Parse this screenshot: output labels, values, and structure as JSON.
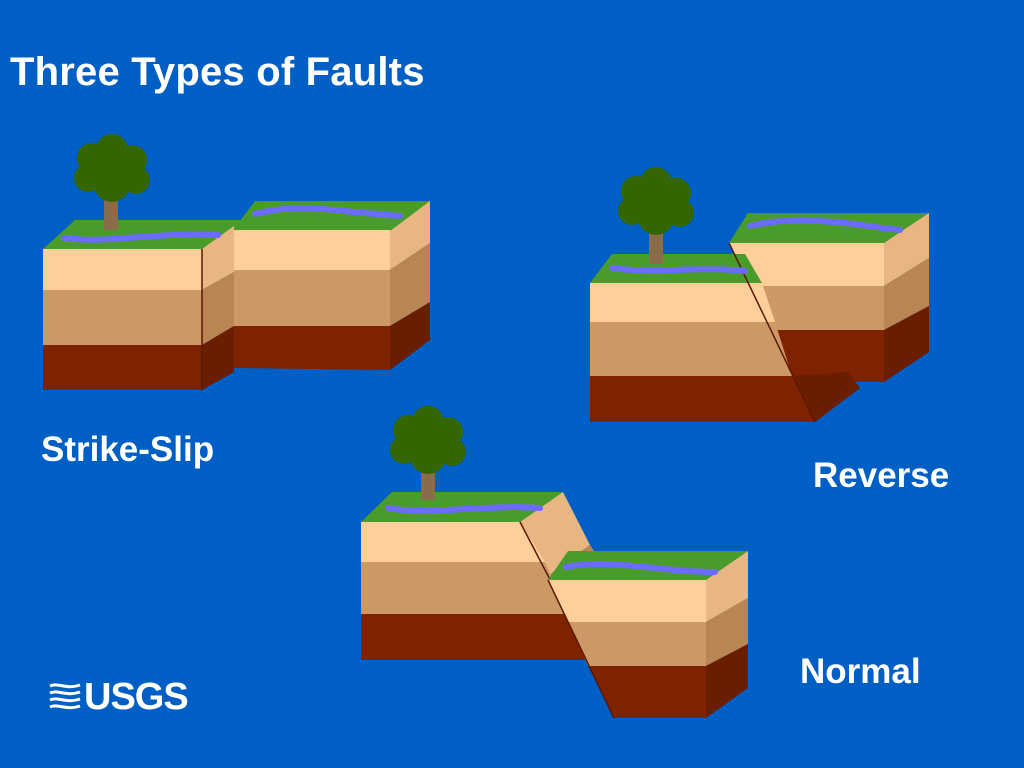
{
  "title": "Three Types of Faults",
  "faults": [
    {
      "label": "Strike-Slip"
    },
    {
      "label": "Reverse"
    },
    {
      "label": "Normal"
    }
  ],
  "logo": {
    "text": "USGS"
  },
  "colors": {
    "background": "#005fc4",
    "grass": "#4a9c2a",
    "river": "#6b6bff",
    "layer_top": "#ffcf99",
    "layer_middle": "#cc9966",
    "layer_bottom": "#7f2200",
    "tree_foliage": "#336600",
    "tree_trunk": "#8a6b4a"
  }
}
